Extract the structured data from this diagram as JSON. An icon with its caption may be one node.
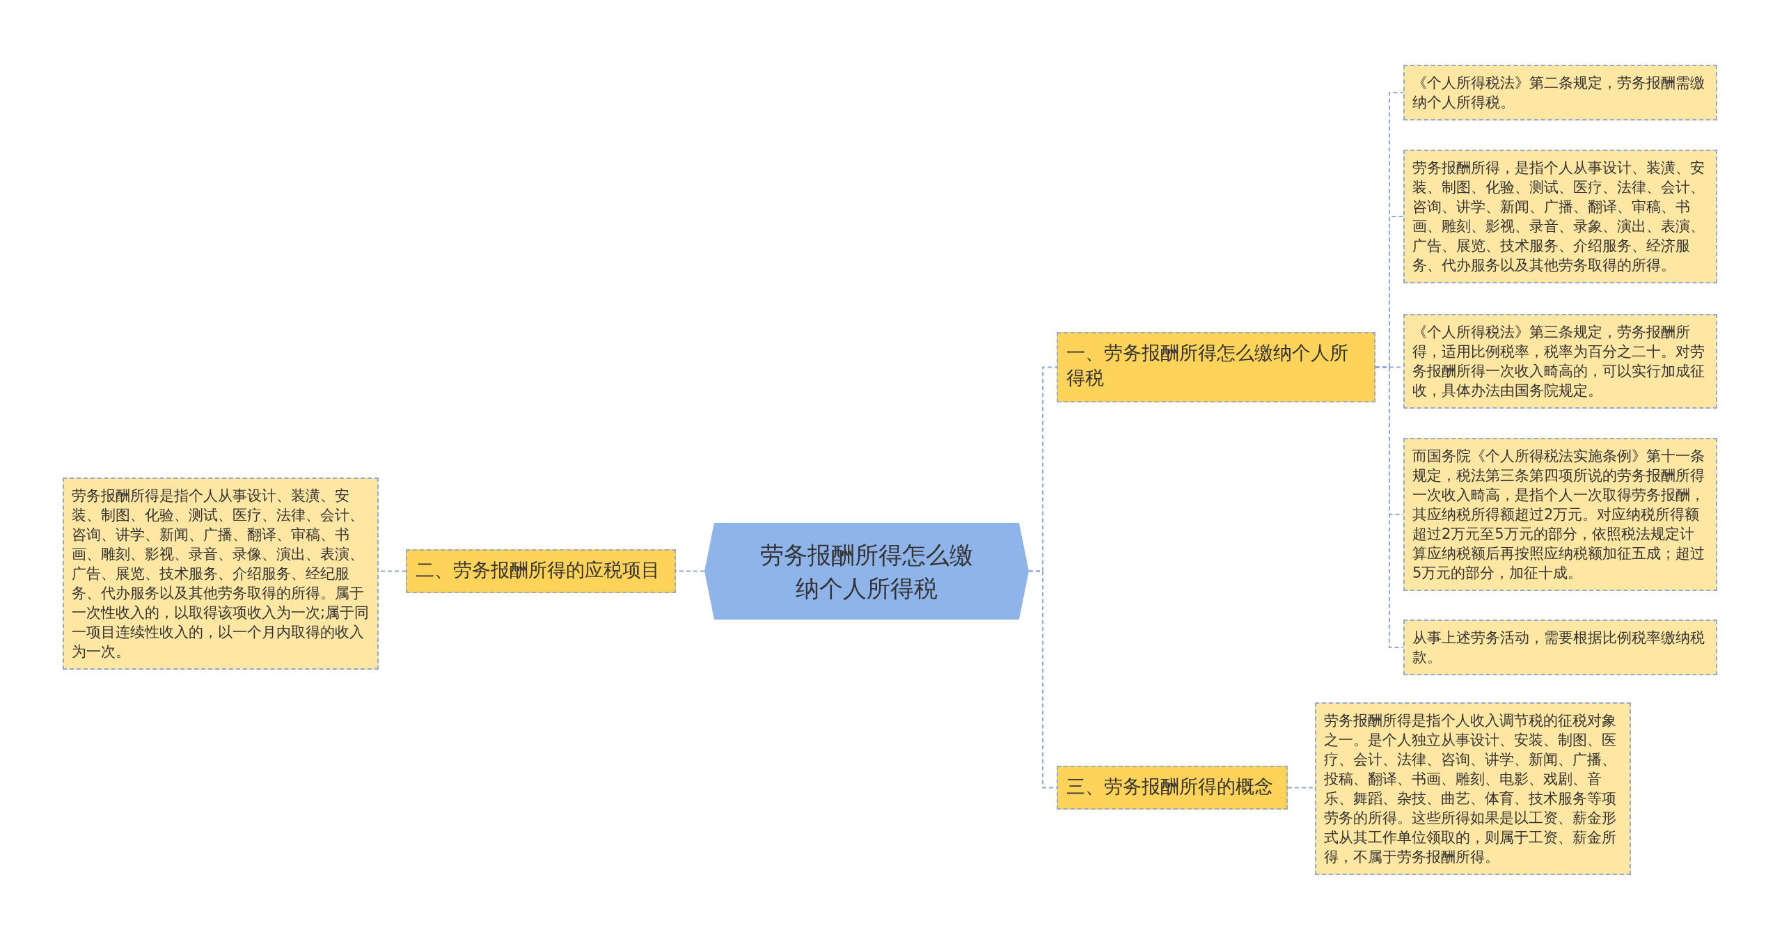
{
  "diagram": {
    "nodes": [
      {
        "text": [
          "劳务报酬所得怎么缴纳个人所得税"
        ]
      },
      {
        "text": [
          "一、劳务报酬所得怎么缴纳个人所得税"
        ]
      },
      {
        "text": [
          "《个人所得税法》第二条规定，劳务报酬需缴纳个人所得税。"
        ]
      },
      {
        "text": [
          "劳务报酬所得，是指个人从事设计、装潢、安装、制图、化验、测试、医疗、法律、会计、咨询、讲学、新闻、广播、翻译、审稿、书画、雕刻、影视、录音、录象、演出、表演、广告、展览、技术服务、介绍服务、经济服务、代办服务以及其他劳务取得的所得。"
        ]
      },
      {
        "text": [
          "《个人所得税法》第三条规定，劳务报酬所得，适用比例税率，税率为百分之二十。对劳务报酬所得一次收入畸高的，可以实行加成征收，具体办法由国务院规定。"
        ]
      },
      {
        "text": [
          "而国务院《个人所得税法实施条例》第十一条规定，税法第三条第四项所说的劳务报酬所得一次收入畸高，是指个人一次取得劳务报酬，其应纳税所得额超过2万元。对应纳税所得额超过2万元至5万元的部分，依照税法规定计算应纳税额后再按照应纳税额加征五成；超过5万元的部分，加征十成。"
        ]
      },
      {
        "text": [
          "从事上述劳务活动，需要根据比例税率缴纳税款。"
        ]
      },
      {
        "text": [
          "二、劳务报酬所得的应税项目"
        ]
      },
      {
        "text": [
          "劳务报酬所得是指个人从事设计、装潢、安装、制图、化验、测试、医疗、法律、会计、咨询、讲学、新闻、广播、翻译、审稿、书画、雕刻、影视、录音、录像、演出、表演、广告、展览、技术服务、介绍服务、经纪服务、代办服务以及其他劳务取得的所得。属于一次性收入的，以取得该项收入为一次;属于同一项目连续性收入的，以一个月内取得的收入为一次。"
        ]
      },
      {
        "text": [
          "三、劳务报酬所得的概念"
        ]
      },
      {
        "text": [
          "劳务报酬所得是指个人收入调节税的征税对象之一。是个人独立从事设计、安装、制图、医疗、会计、法律、咨询、讲学、新闻、广播、投稿、翻译、书画、雕刻、电影、戏剧、音乐、舞蹈、杂技、曲艺、体育、技术服务等项劳务的所得。这些所得如果是以工资、薪金形式从其工作单位领取的，则属于工资、薪金所得，不属于劳务报酬所得。"
        ]
      }
    ],
    "edges": [
      {
        "from": 0,
        "to": 1,
        "arrow": "none"
      },
      {
        "from": 1,
        "to": 2,
        "arrow": "none"
      },
      {
        "from": 1,
        "to": 3,
        "arrow": "none"
      },
      {
        "from": 1,
        "to": 4,
        "arrow": "none"
      },
      {
        "from": 1,
        "to": 5,
        "arrow": "none"
      },
      {
        "from": 1,
        "to": 6,
        "arrow": "none"
      },
      {
        "from": 0,
        "to": 7,
        "arrow": "none"
      },
      {
        "from": 7,
        "to": 8,
        "arrow": "none"
      },
      {
        "from": 0,
        "to": 9,
        "arrow": "none"
      },
      {
        "from": 9,
        "to": 10,
        "arrow": "none"
      }
    ]
  }
}
